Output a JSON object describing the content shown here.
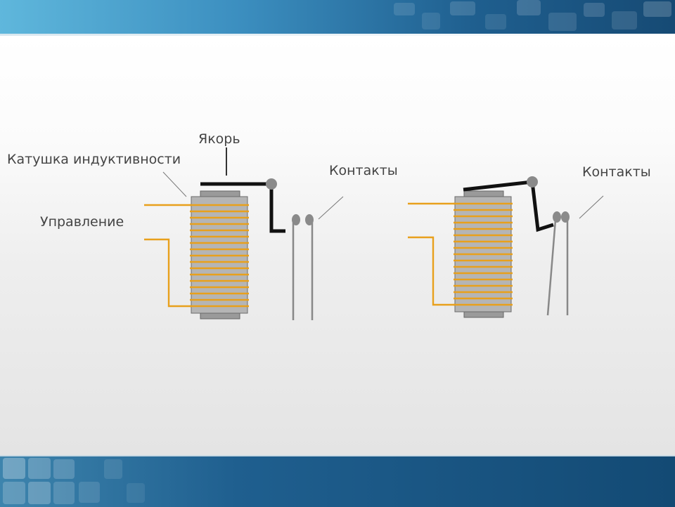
{
  "diagram": {
    "label_armature": "Якорь",
    "label_coil": "Катушка индуктивности",
    "label_contacts_left": "Контакты",
    "label_contacts_right": "Контакты",
    "label_control": "Управление"
  },
  "colors": {
    "wire": "#e8a01c",
    "core": "#b5b5b5",
    "armature": "#111111",
    "contacts": "#888888",
    "text": "#444444"
  }
}
